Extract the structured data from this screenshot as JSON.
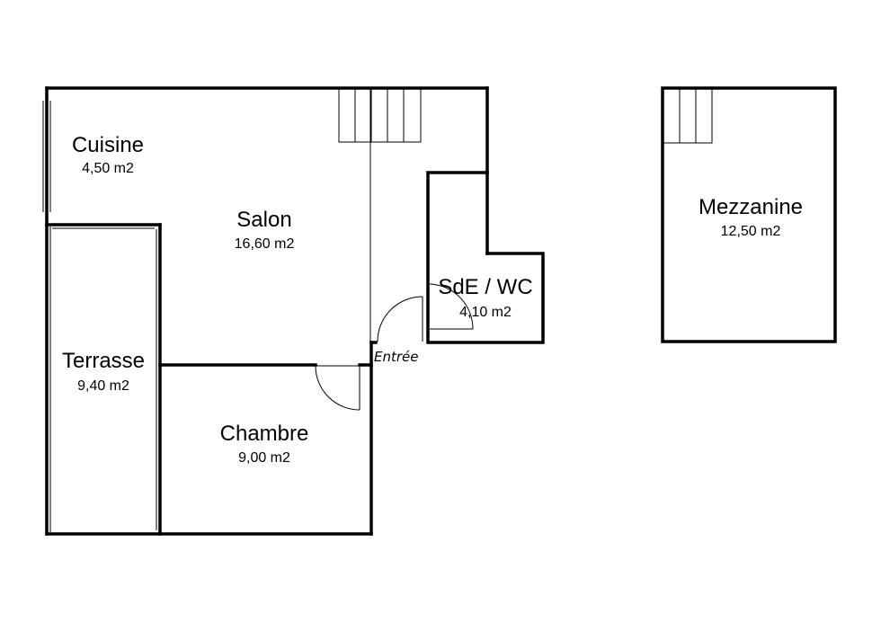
{
  "rooms": {
    "cuisine": {
      "name": "Cuisine",
      "area": "4,50 m2"
    },
    "salon": {
      "name": "Salon",
      "area": "16,60 m2"
    },
    "sde": {
      "name": "SdE / WC",
      "area": "4,10 m2"
    },
    "terrasse": {
      "name": "Terrasse",
      "area": "9,40 m2"
    },
    "chambre": {
      "name": "Chambre",
      "area": "9,00 m2"
    },
    "mezzanine": {
      "name": "Mezzanine",
      "area": "12,50 m2"
    }
  },
  "labels": {
    "entree": "Entrée"
  },
  "colors": {
    "wall": "#000000",
    "background": "#ffffff"
  }
}
